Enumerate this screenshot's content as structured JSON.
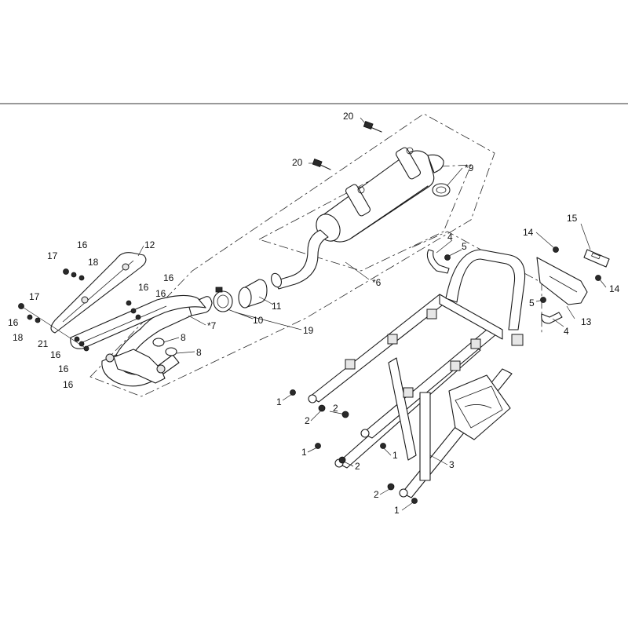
{
  "labels": {
    "p1": "1",
    "p2": "2",
    "p3": "3",
    "p4": "4",
    "p5": "5",
    "p6": "*6",
    "p7": "*7",
    "p8": "8",
    "p9": "*9",
    "p10": "10",
    "p11": "11",
    "p12": "12",
    "p13": "13",
    "p14": "14",
    "p15": "15",
    "p16": "16",
    "p17": "17",
    "p18": "18",
    "p19": "19",
    "p20": "20",
    "p21": "21"
  }
}
